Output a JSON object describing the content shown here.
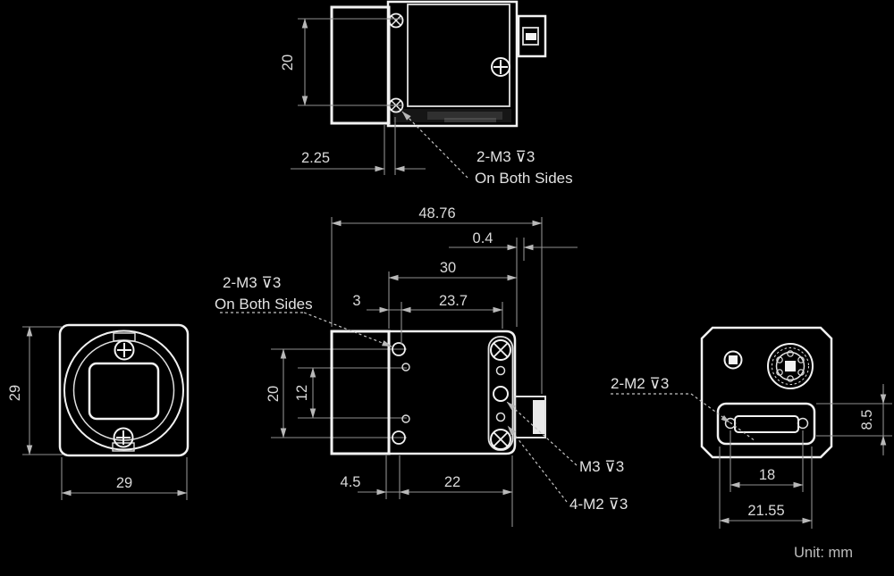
{
  "unit": "Unit: mm",
  "top_view": {
    "dim_screw_spacing": "20",
    "dim_flange_offset": "2.25",
    "note_line1": "2-M3 ⊽3",
    "note_line2": "On Both Sides"
  },
  "side_view": {
    "dim_total_length": "48.76",
    "dim_rear_gap": "0.4",
    "dim_body_length": "30",
    "dim_hole_span": "23.7",
    "dim_front_offset": "3",
    "dim_m3_spacing": "20",
    "dim_m2_spacing": "12",
    "dim_mount_depth": "4.5",
    "dim_bottom_span": "22",
    "note_line1": "2-M3 ⊽3",
    "note_line2": "On Both Sides",
    "note_m3": "M3 ⊽3",
    "note_4m2": "4-M2 ⊽3"
  },
  "front_view": {
    "dim_height": "29",
    "dim_width": "29"
  },
  "back_view": {
    "note_2m2": "2-M2 ⊽3",
    "dim_connector_height": "8.5",
    "dim_screw_span": "18",
    "dim_connector_width": "21.55"
  },
  "colors": {
    "background": "#000000",
    "part_line": "#f2f2f2",
    "dim_line": "#8f8f8f",
    "dim_text": "#d9d9d9"
  }
}
